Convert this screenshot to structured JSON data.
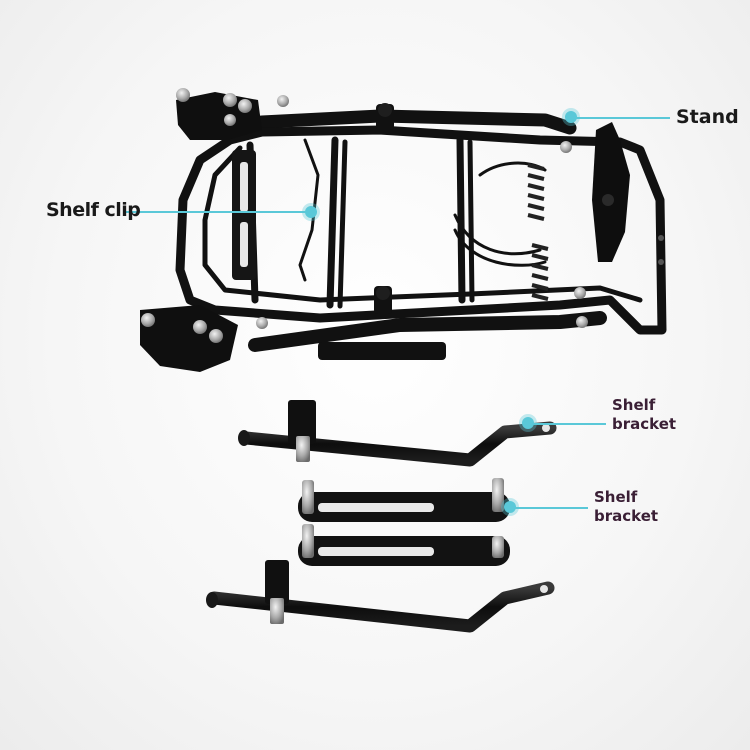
{
  "callouts": {
    "stand": "Stand",
    "shelf_clip": "Shelf clip",
    "bracket_top": {
      "line1": "Shelf",
      "line2": "bracket"
    },
    "bracket_bottom": {
      "line1": "Shelf",
      "line2": "bracket"
    }
  },
  "colors": {
    "frame": "#111111",
    "callout_accent": "#5ac8d8",
    "background": "#f4f4f4"
  }
}
